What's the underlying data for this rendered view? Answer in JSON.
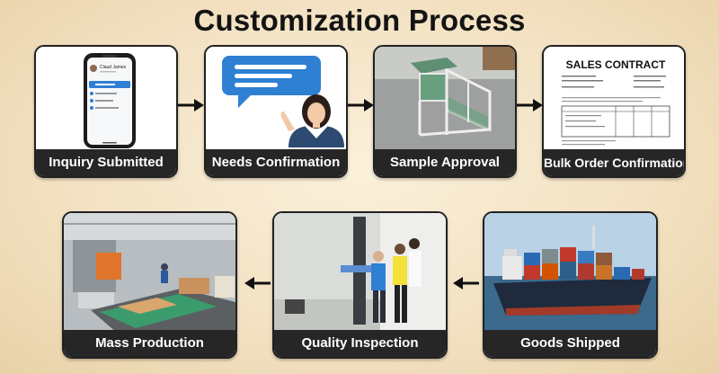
{
  "title": "Customization Process",
  "steps": [
    {
      "label": "Inquiry Submitted",
      "icon": "phone-inquiry-icon"
    },
    {
      "label": "Needs Confirmation",
      "icon": "customer-speech-icon"
    },
    {
      "label": "Sample Approval",
      "icon": "chicken-coop-sample"
    },
    {
      "label": "Bulk Order Confirmation",
      "icon": "sales-contract-document"
    },
    {
      "label": "Goods Shipped",
      "icon": "cargo-ship"
    },
    {
      "label": "Quality Inspection",
      "icon": "inspection-machine"
    },
    {
      "label": "Mass Production",
      "icon": "factory-production-line"
    }
  ],
  "phone": {
    "name": "Claud James"
  },
  "contract": {
    "heading": "SALES CONTRACT"
  },
  "colors": {
    "background": "#f3e2c3",
    "label_bar": "#262626",
    "bubble": "#2f7fd3"
  }
}
